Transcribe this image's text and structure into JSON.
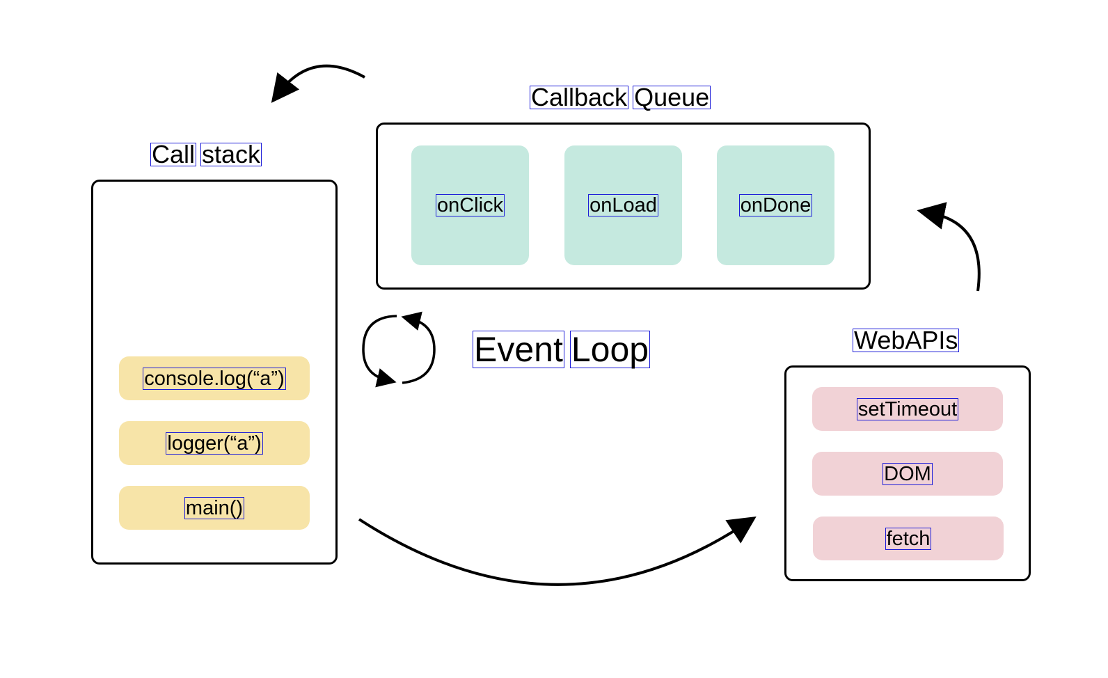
{
  "call_stack": {
    "title_words": [
      "Call",
      "stack"
    ],
    "frames": [
      "console.log(“a”)",
      "logger(“a”)",
      "main()"
    ]
  },
  "callback_queue": {
    "title_words": [
      "Callback",
      "Queue"
    ],
    "items": [
      "onClick",
      "onLoad",
      "onDone"
    ]
  },
  "web_apis": {
    "title_words": [
      "WebAPIs"
    ],
    "items": [
      "setTimeout",
      "DOM",
      "fetch"
    ]
  },
  "event_loop": {
    "title_words": [
      "Event",
      "Loop"
    ]
  },
  "colors": {
    "stack_frame": "#f7e4a8",
    "queue_item": "#c5e9df",
    "api_item": "#f1d2d6",
    "outline": "#000000",
    "word_box": "#1c1cd8"
  }
}
